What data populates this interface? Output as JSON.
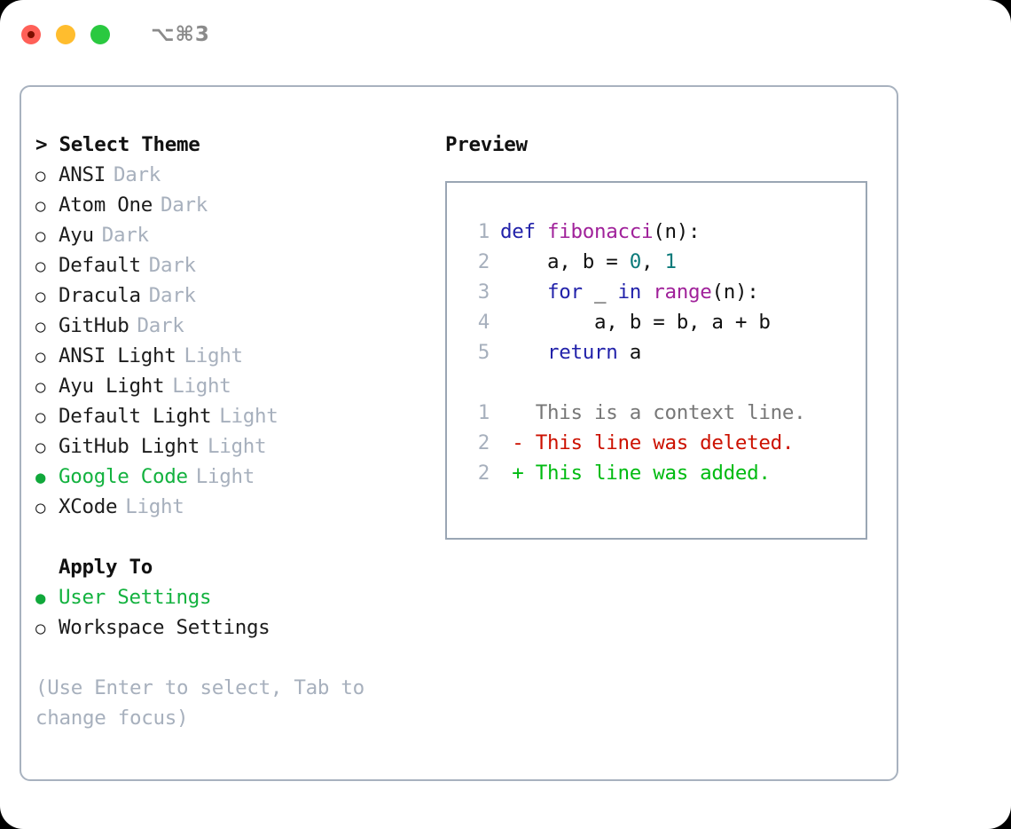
{
  "window": {
    "title": "⌥⌘3",
    "traffic_lights": [
      {
        "name": "close",
        "color": "#ff6058"
      },
      {
        "name": "minimize",
        "color": "#ffbd2e"
      },
      {
        "name": "zoom",
        "color": "#2ac940"
      }
    ]
  },
  "theme_panel": {
    "heading": "> Select Theme",
    "marker_selected": "●",
    "marker_unselected": "○",
    "accent_color": "#13b23f",
    "tag_color": "#a7b0bd",
    "items": [
      {
        "label": "ANSI",
        "tag": "Dark",
        "selected": false
      },
      {
        "label": "Atom One",
        "tag": "Dark",
        "selected": false
      },
      {
        "label": "Ayu",
        "tag": "Dark",
        "selected": false
      },
      {
        "label": "Default",
        "tag": "Dark",
        "selected": false
      },
      {
        "label": "Dracula",
        "tag": "Dark",
        "selected": false
      },
      {
        "label": "GitHub",
        "tag": "Dark",
        "selected": false
      },
      {
        "label": "ANSI Light",
        "tag": "Light",
        "selected": false
      },
      {
        "label": "Ayu Light",
        "tag": "Light",
        "selected": false
      },
      {
        "label": "Default Light",
        "tag": "Light",
        "selected": false
      },
      {
        "label": "GitHub Light",
        "tag": "Light",
        "selected": false
      },
      {
        "label": "Google Code",
        "tag": "Light",
        "selected": true
      },
      {
        "label": "XCode",
        "tag": "Light",
        "selected": false
      }
    ]
  },
  "apply_to": {
    "heading": "Apply To",
    "items": [
      {
        "label": "User Settings",
        "selected": true
      },
      {
        "label": "Workspace Settings",
        "selected": false
      }
    ]
  },
  "hint": "(Use Enter to select, Tab to change focus)",
  "preview": {
    "heading": "Preview",
    "code_lines": [
      {
        "number": "1",
        "tokens": [
          {
            "text": "def ",
            "type": "kw"
          },
          {
            "text": "fibonacci",
            "type": "fn"
          },
          {
            "text": "(n):",
            "type": "plain"
          }
        ]
      },
      {
        "number": "2",
        "tokens": [
          {
            "text": "    a, b = ",
            "type": "plain"
          },
          {
            "text": "0",
            "type": "num"
          },
          {
            "text": ", ",
            "type": "plain"
          },
          {
            "text": "1",
            "type": "num"
          }
        ]
      },
      {
        "number": "3",
        "tokens": [
          {
            "text": "    ",
            "type": "plain"
          },
          {
            "text": "for",
            "type": "kw"
          },
          {
            "text": " _ ",
            "type": "plain"
          },
          {
            "text": "in",
            "type": "kw"
          },
          {
            "text": " ",
            "type": "plain"
          },
          {
            "text": "range",
            "type": "fn"
          },
          {
            "text": "(n):",
            "type": "plain"
          }
        ]
      },
      {
        "number": "4",
        "tokens": [
          {
            "text": "        a, b = b, a + b",
            "type": "plain"
          }
        ]
      },
      {
        "number": "5",
        "tokens": [
          {
            "text": "    ",
            "type": "plain"
          },
          {
            "text": "return",
            "type": "kw"
          },
          {
            "text": " a",
            "type": "plain"
          }
        ]
      }
    ],
    "diff_lines": [
      {
        "number": "1",
        "sign": " ",
        "text": "This is a context line.",
        "kind": "ctx"
      },
      {
        "number": "2",
        "sign": "-",
        "text": "This line was deleted.",
        "kind": "del"
      },
      {
        "number": "2",
        "sign": "+",
        "text": "This line was added.",
        "kind": "add"
      }
    ],
    "diff_colors": {
      "context": "#777777",
      "deleted": "#cc1100",
      "added": "#00bb11"
    }
  }
}
